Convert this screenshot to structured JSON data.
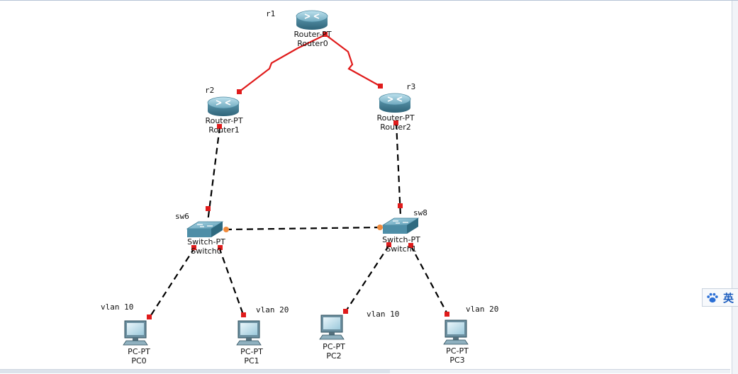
{
  "workspace": {
    "routers": [
      {
        "id": "r1",
        "hostname": "r1",
        "model": "Router-PT",
        "name": "Router0"
      },
      {
        "id": "r2",
        "hostname": "r2",
        "model": "Router-PT",
        "name": "Router1"
      },
      {
        "id": "r3",
        "hostname": "r3",
        "model": "Router-PT",
        "name": "Router2"
      }
    ],
    "switches": [
      {
        "id": "sw6",
        "hostname": "sw6",
        "model": "Switch-PT",
        "name": "Switch0"
      },
      {
        "id": "sw8",
        "hostname": "sw8",
        "model": "Switch-PT",
        "name": "Switch1"
      }
    ],
    "pcs": [
      {
        "id": "pc0",
        "model": "PC-PT",
        "name": "PC0",
        "vlan": "vlan 10"
      },
      {
        "id": "pc1",
        "model": "PC-PT",
        "name": "PC1",
        "vlan": "vlan 20"
      },
      {
        "id": "pc2",
        "model": "PC-PT",
        "name": "PC2",
        "vlan": "vlan 10"
      },
      {
        "id": "pc3",
        "model": "PC-PT",
        "name": "PC3",
        "vlan": "vlan 20"
      }
    ],
    "link_colors": {
      "serial": "#e01b1b",
      "ethernet": "#000000",
      "port_up": "#e01b1b",
      "port_blocking": "#f08a3c"
    }
  },
  "ime": {
    "label": "英",
    "icon": "paw-icon"
  }
}
